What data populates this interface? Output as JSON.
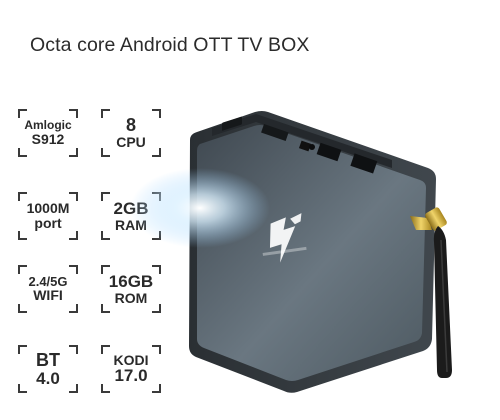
{
  "title": "Octa core Android OTT TV BOX",
  "badges": [
    {
      "l1": "Amlogic",
      "l2": "S912"
    },
    {
      "l1": "8",
      "l2": "CPU"
    },
    {
      "l1": "1000M",
      "l2": "port"
    },
    {
      "l1": "2GB",
      "l2": "RAM"
    },
    {
      "l1": "2.4/5G",
      "l2": "WIFI"
    },
    {
      "l1": "16GB",
      "l2": "ROM"
    },
    {
      "l1": "BT",
      "l2": "4.0"
    },
    {
      "l1": "KODI",
      "l2": "17.0"
    }
  ],
  "colors": {
    "box_top": "#5d6a75",
    "box_side": "#2f3438",
    "antenna": "#1b1b1b",
    "connector": "#c9a227"
  },
  "icons": [
    "tv-box-image",
    "antenna-image",
    "brand-logo"
  ]
}
